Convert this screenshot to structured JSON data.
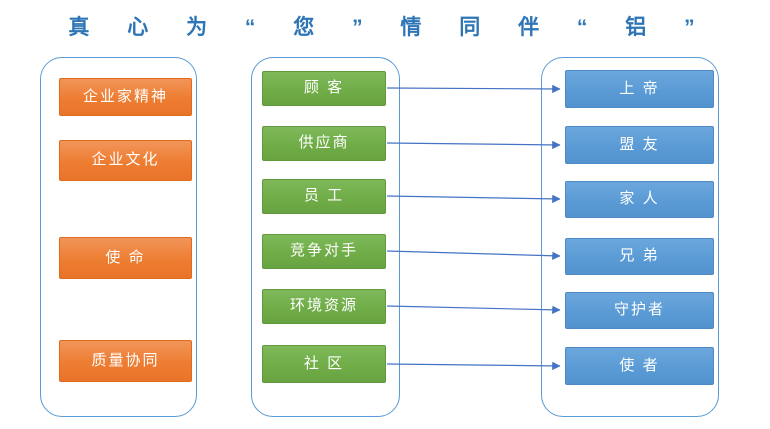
{
  "title": {
    "text": "真 心 为 “ 您 ” 情 同 伴 “ 铝 ”"
  },
  "columns": {
    "left": {
      "items": [
        "企业家精神",
        "企业文化",
        "使 命",
        "质量协同"
      ]
    },
    "middle": {
      "items": [
        "顾 客",
        "供应商",
        "员 工",
        "竞争对手",
        "环境资源",
        "社 区"
      ]
    },
    "right": {
      "items": [
        "上 帝",
        "盟 友",
        "家 人",
        "兄 弟",
        "守护者",
        "使 者"
      ]
    }
  },
  "colors": {
    "title_text": "#2E75B6",
    "left_box": "#ED7D31",
    "middle_box": "#70AD47",
    "right_box": "#5B9BD5",
    "container_border": "#5B9BD5",
    "arrow": "#4472C4",
    "box_text": "#FFFFFF"
  }
}
